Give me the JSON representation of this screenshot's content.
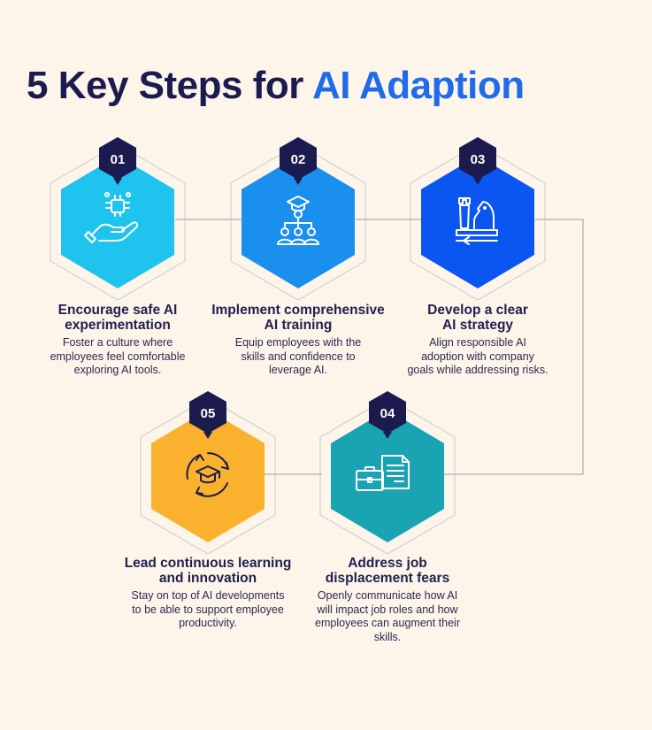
{
  "title": {
    "part1": "5 Key Steps for",
    "part2": "AI Adaption"
  },
  "colors": {
    "navy": "#1c1b4f",
    "accent_blue": "#1f6be8",
    "step1": "#1ec3ee",
    "step2": "#1a8fee",
    "step3": "#0b55f0",
    "step4": "#1aa3b3",
    "step5": "#f9b12e",
    "background": "#fdf5ea"
  },
  "steps": [
    {
      "number": "01",
      "icon": "hand-with-ai-chip-icon",
      "title_lines": [
        "Encourage safe AI",
        "experimentation"
      ],
      "desc_lines": [
        "Foster a culture where",
        "employees feel comfortable",
        "exploring AI tools."
      ]
    },
    {
      "number": "02",
      "icon": "graduate-team-icon",
      "title_lines": [
        "Implement comprehensive",
        "AI training"
      ],
      "desc_lines": [
        "Equip employees with the",
        "skills and confidence to",
        "leverage AI."
      ]
    },
    {
      "number": "03",
      "icon": "chess-strategy-icon",
      "title_lines": [
        "Develop a clear",
        "AI strategy"
      ],
      "desc_lines": [
        "Align responsible AI",
        "adoption with company",
        "goals while addressing risks."
      ]
    },
    {
      "number": "04",
      "icon": "documents-briefcase-icon",
      "title_lines": [
        "Address job",
        "displacement fears"
      ],
      "desc_lines": [
        "Openly communicate how AI",
        "will impact job roles and how",
        "employees can augment their",
        "skills."
      ]
    },
    {
      "number": "05",
      "icon": "graduation-cycle-icon",
      "title_lines": [
        "Lead continuous learning",
        "and innovation"
      ],
      "desc_lines": [
        "Stay on top of AI developments",
        "to be able to support employee",
        "productivity."
      ]
    }
  ]
}
